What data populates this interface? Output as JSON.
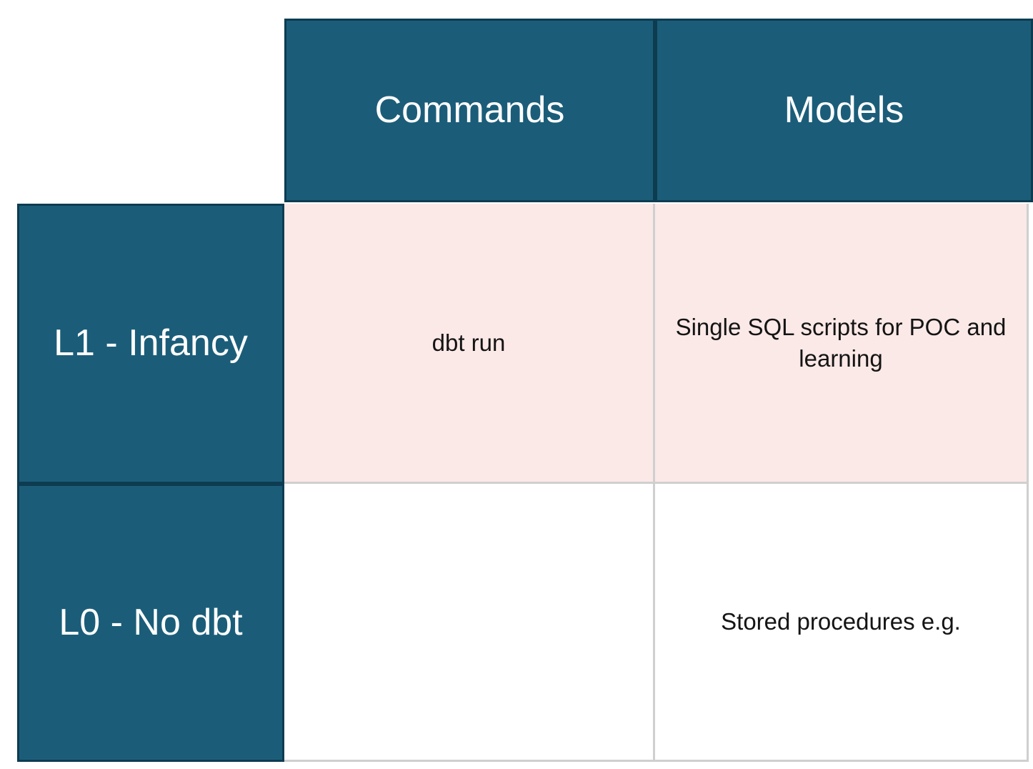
{
  "table": {
    "column_headers": [
      {
        "key": "commands",
        "label": "Commands"
      },
      {
        "key": "models",
        "label": "Models"
      }
    ],
    "rows": [
      {
        "key": "l1",
        "label": "L1 - Infancy",
        "commands": "dbt run",
        "models": "Single SQL scripts for POC and learning"
      },
      {
        "key": "l0",
        "label": "L0 - No dbt",
        "commands": "",
        "models": "Stored procedures e.g."
      }
    ],
    "colors": {
      "header_fill": "#1b5d79",
      "header_border": "#0d3c51",
      "header_text": "#ffffff",
      "row_l1_fill": "#fbe9e7",
      "row_l0_fill": "#ffffff",
      "grid_line": "#cfcfcf",
      "body_text": "#141414",
      "page_background": "#ffffff"
    }
  }
}
